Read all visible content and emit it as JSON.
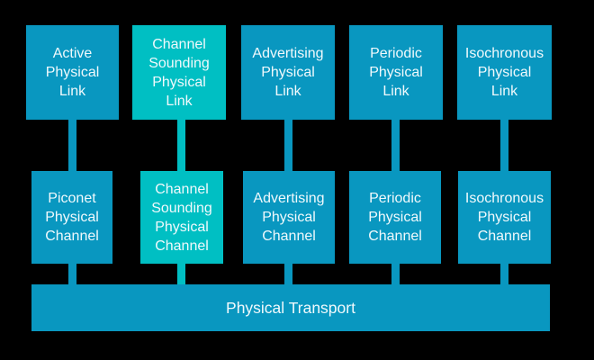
{
  "diagram": {
    "colors": {
      "background": "#000000",
      "blue": "#0997c0",
      "teal": "#00bfc3",
      "text": "#f0f9fc"
    },
    "top_row": [
      {
        "label": "Active\nPhysical\nLink",
        "variant": "blue"
      },
      {
        "label": "Channel\nSounding\nPhysical\nLink",
        "variant": "teal"
      },
      {
        "label": "Advertising\nPhysical\nLink",
        "variant": "blue"
      },
      {
        "label": "Periodic\nPhysical\nLink",
        "variant": "blue"
      },
      {
        "label": "Isochronous\nPhysical\nLink",
        "variant": "blue"
      }
    ],
    "middle_row": [
      {
        "label": "Piconet\nPhysical\nChannel",
        "variant": "blue"
      },
      {
        "label": "Channel\nSounding\nPhysical\nChannel",
        "variant": "teal"
      },
      {
        "label": "Advertising\nPhysical\nChannel",
        "variant": "blue"
      },
      {
        "label": "Periodic\nPhysical\nChannel",
        "variant": "blue"
      },
      {
        "label": "Isochronous\nPhysical\nChannel",
        "variant": "blue"
      }
    ],
    "connectors": [
      {
        "column": 1,
        "variant": "blue"
      },
      {
        "column": 2,
        "variant": "teal"
      },
      {
        "column": 3,
        "variant": "blue"
      },
      {
        "column": 4,
        "variant": "blue"
      },
      {
        "column": 5,
        "variant": "blue"
      }
    ],
    "bottom_bar": {
      "label": "Physical Transport",
      "variant": "blue"
    }
  }
}
